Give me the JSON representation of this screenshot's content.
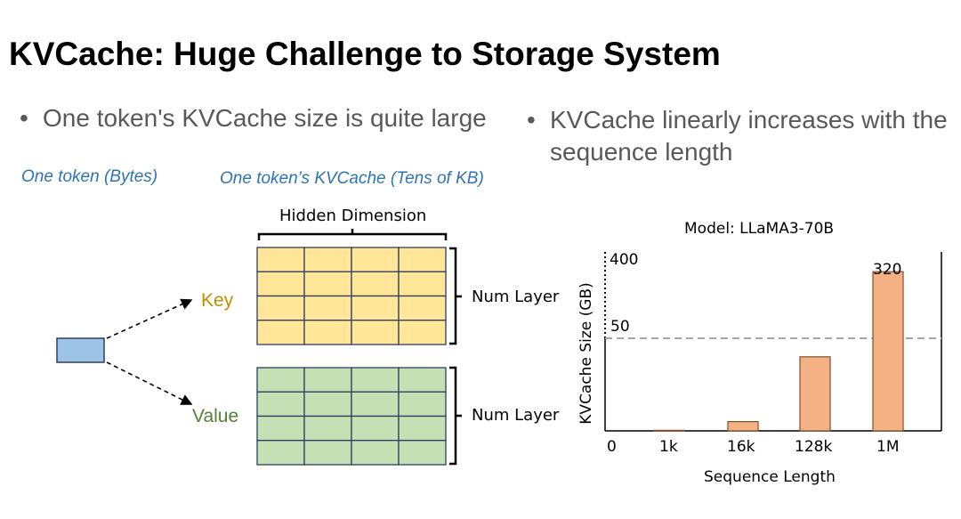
{
  "slide": {
    "title": "KVCache: Huge Challenge to Storage System",
    "bullets": [
      {
        "bullet_char": "•",
        "text": "One token's KVCache size is quite large"
      },
      {
        "bullet_char": "•",
        "text_line1": "KVCache linearly increases with the",
        "text_line2": "sequence length"
      }
    ]
  },
  "diagram": {
    "caption_token": "One token (Bytes)",
    "caption_kvcache": "One token’s KVCache (Tens of KB)",
    "hidden_dimension_label": "Hidden Dimension",
    "key_label": "Key",
    "value_label": "Value",
    "num_layer_label": "Num Layer",
    "grid_rows": 4,
    "grid_cols": 4,
    "colors": {
      "token_fill": "#9dc3e6",
      "key_fill": "#ffe699",
      "value_fill": "#c5e0b4",
      "grid_stroke": "#2f3f5f",
      "key_text": "#bf9000",
      "value_text": "#548235"
    }
  },
  "chart_data": {
    "type": "bar",
    "title": "Model: LLaMA3-70B",
    "xlabel": "Sequence Length",
    "ylabel": "KVCache Size (GB)",
    "categories": [
      "1k",
      "16k",
      "128k",
      "1M"
    ],
    "x_origin_label": "0",
    "values": [
      0.31,
      5,
      40,
      320
    ],
    "value_labels": [
      "",
      "",
      "",
      "320"
    ],
    "y_marker_labels": [
      "400",
      "50"
    ],
    "reference_line": {
      "value": 50,
      "label": "50",
      "style": "dashed"
    },
    "axis_break": "y-axis broken above 50 (dotted)",
    "bar_color": "#f4b183",
    "bar_stroke": "#7f4f2f",
    "grid": false,
    "legend": "none"
  }
}
